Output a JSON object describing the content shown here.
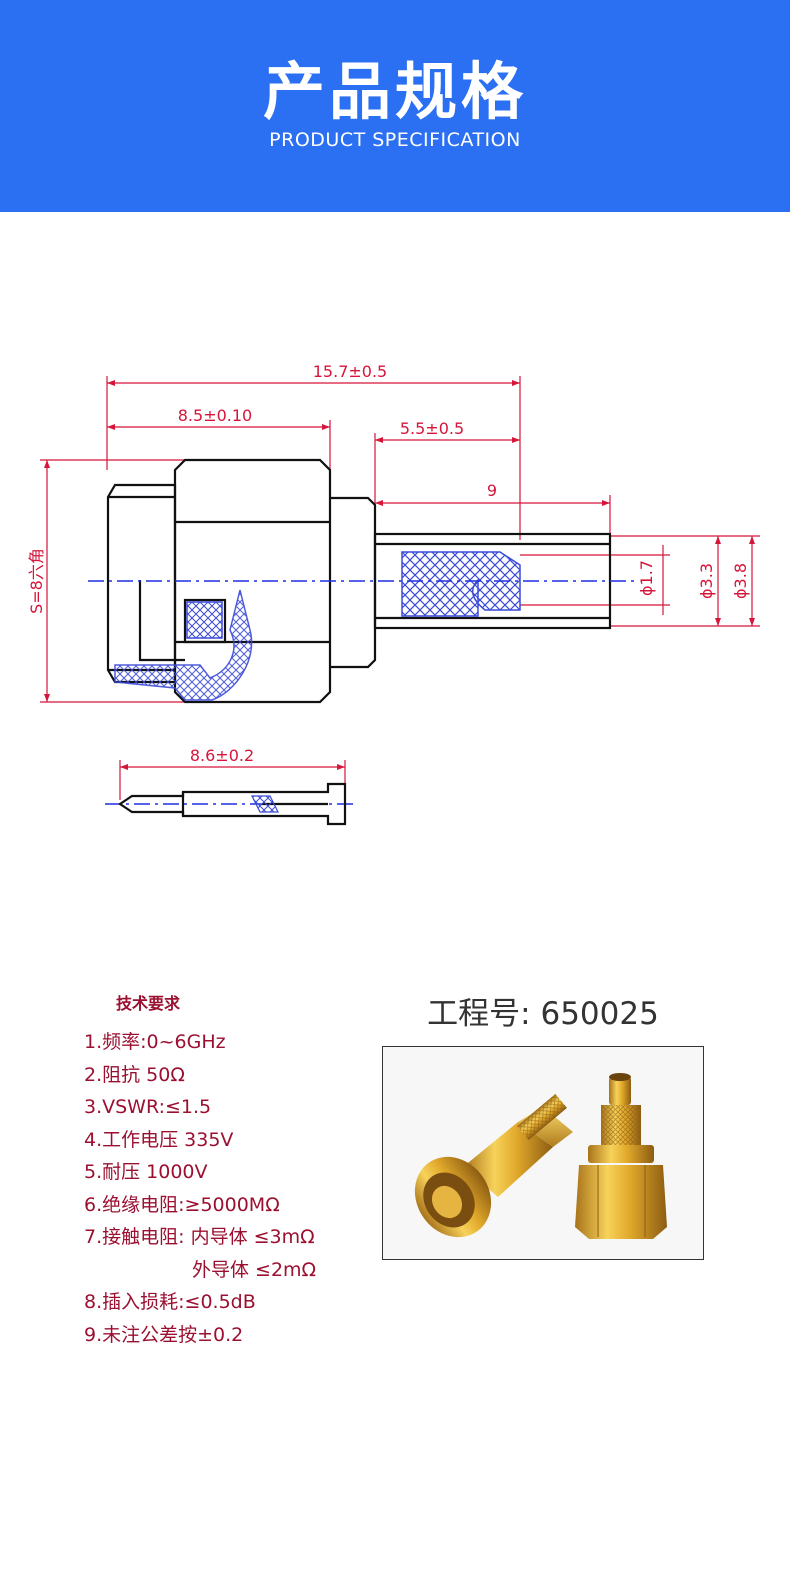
{
  "banner": {
    "title": "产品规格",
    "subtitle": "PRODUCT SPECIFICATION"
  },
  "drawing": {
    "dim_total_length": "15.7±0.5",
    "dim_body_length": "8.5±0.10",
    "dim_crimp_length": "5.5±0.5",
    "dim_ferrule": "9",
    "dim_hex": "S=8六角",
    "dim_d1": "ɸ1.7",
    "dim_d2": "ɸ3.3",
    "dim_d3": "ɸ3.8",
    "dim_pin_length": "8.6±0.2"
  },
  "specs": {
    "title": "技术要求",
    "lines": [
      "1.频率:0~6GHz",
      "2.阻抗 50Ω",
      "3.VSWR:≤1.5",
      "4.工作电压 335V",
      "5.耐压 1000V",
      "6.绝缘电阻:≥5000MΩ",
      "7.接触电阻: 内导体 ≤3mΩ",
      "外导体 ≤2mΩ",
      "8.插入损耗:≤0.5dB",
      "9.未注公差按±0.2"
    ]
  },
  "project": {
    "label": "工程号:",
    "number": "650025"
  },
  "colors": {
    "banner_blue": "#2b6ff2",
    "dimension_red": "#d6153a",
    "center_line_blue": "#1f2ee0",
    "spec_text": "#9b1030",
    "gold": "#d9a520"
  }
}
